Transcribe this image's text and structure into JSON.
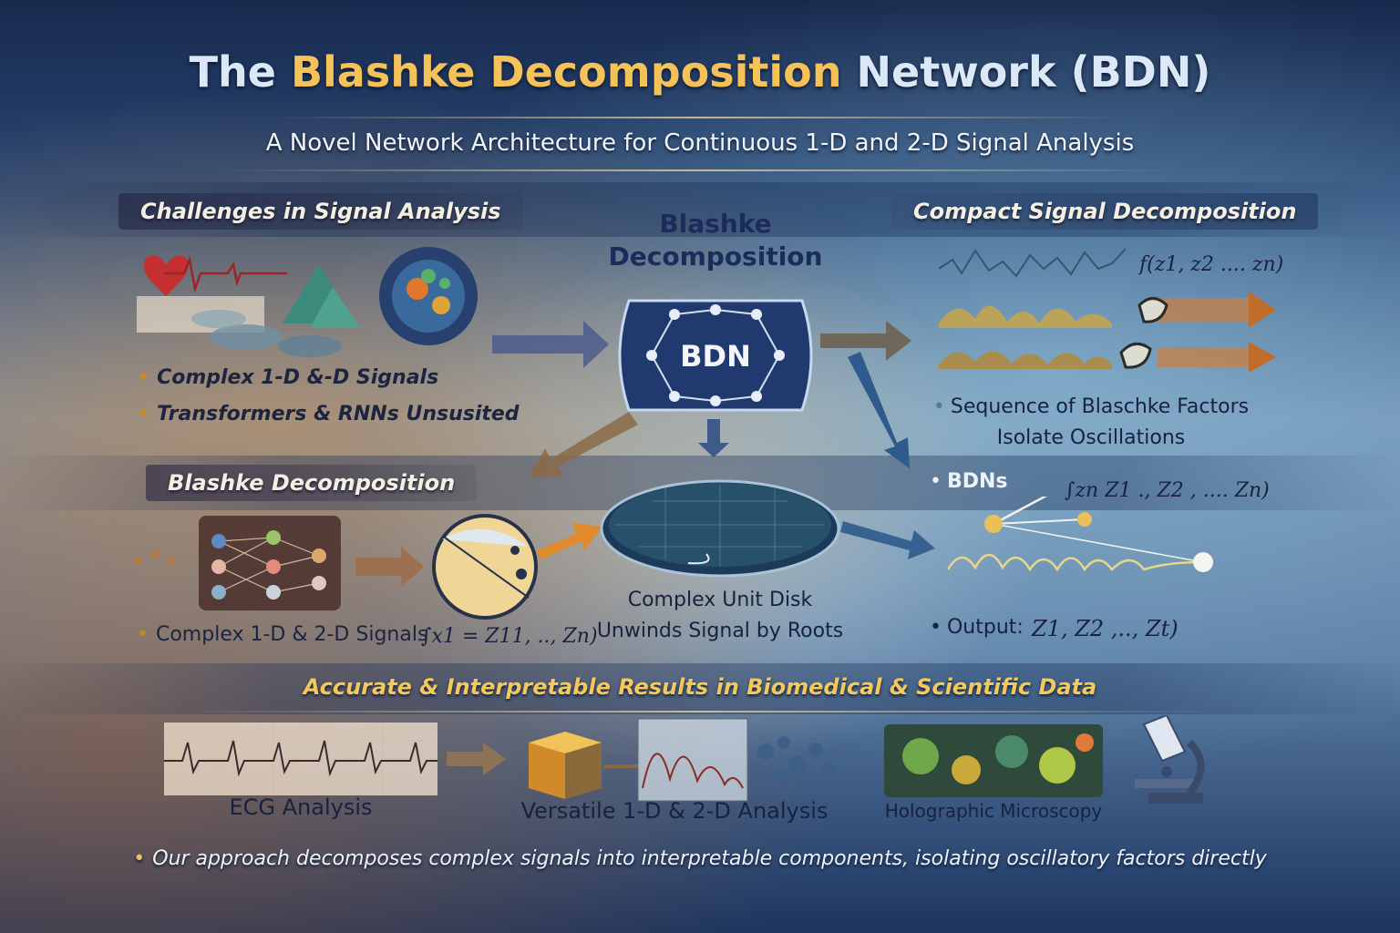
{
  "header": {
    "title_pre": "The ",
    "title_highlight": "Blashke Decomposition",
    "title_post": " Network (BDN)",
    "subtitle": "A Novel Network Architecture for Continuous 1-D and 2-D Signal Analysis"
  },
  "challenges": {
    "heading": "Challenges in Signal Analysis",
    "bullets": [
      "Complex 1-D &-D Signals",
      "Transformers & RNNs Unsusited"
    ]
  },
  "center": {
    "title": "Blashke Decomposition",
    "node_label": "BDN",
    "disk_caption_1": "Complex Unit Disk",
    "disk_caption_2": "Unwinds Signal by Roots"
  },
  "decomposition": {
    "heading": "Blashke Decomposition",
    "bullet": "Complex 1-D & 2-D Signals",
    "formula": "∫x1 = Z11, .., Zn)"
  },
  "compact": {
    "heading": "Compact Signal Decomposition",
    "formula": "f(z1, z2 .... zn)",
    "caption_1": "Sequence of Blaschke Factors",
    "caption_2": "Isolate Oscillations",
    "bdns_label": "BDNs",
    "bdns_formula": "∫zn Z1 ., Z2 , .... Zn)",
    "output_label": "Output:",
    "output_formula": "Z1, Z2 ,.., Zt)"
  },
  "results": {
    "heading": "Accurate & Interpretable Results in Biomedical & Scientific Data",
    "items": [
      "ECG Analysis",
      "Versatile 1-D & 2-D Analysis",
      "Holographic Microscopy"
    ]
  },
  "footer": {
    "text": "Our approach decomposes complex signals into interpretable components, isolating oscillatory factors directly"
  },
  "colors": {
    "accent_gold": "#f5c25a",
    "navy": "#1b2c5a",
    "arrow_orange": "#e08a2c",
    "arrow_blue": "#2e5a8c"
  }
}
